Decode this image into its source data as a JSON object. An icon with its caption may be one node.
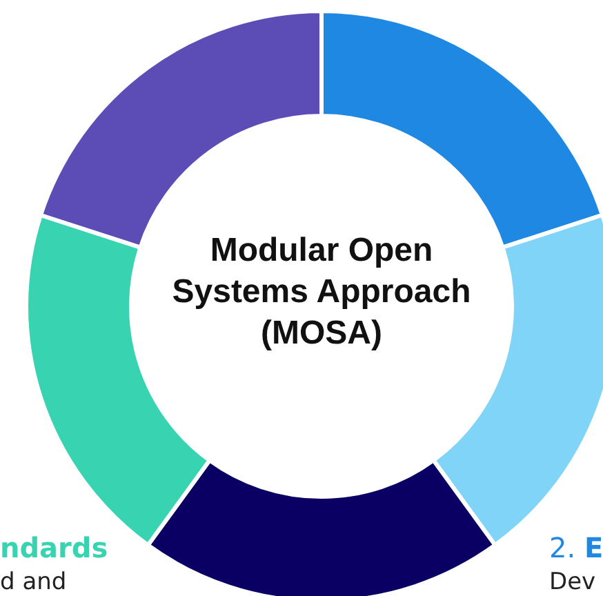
{
  "diagram": {
    "title": "Modular Open Systems Approach (MOSA)",
    "labels": [
      "ndards",
      "d and",
      "2. **E**",
      "Dev"
    ]
  }
}
